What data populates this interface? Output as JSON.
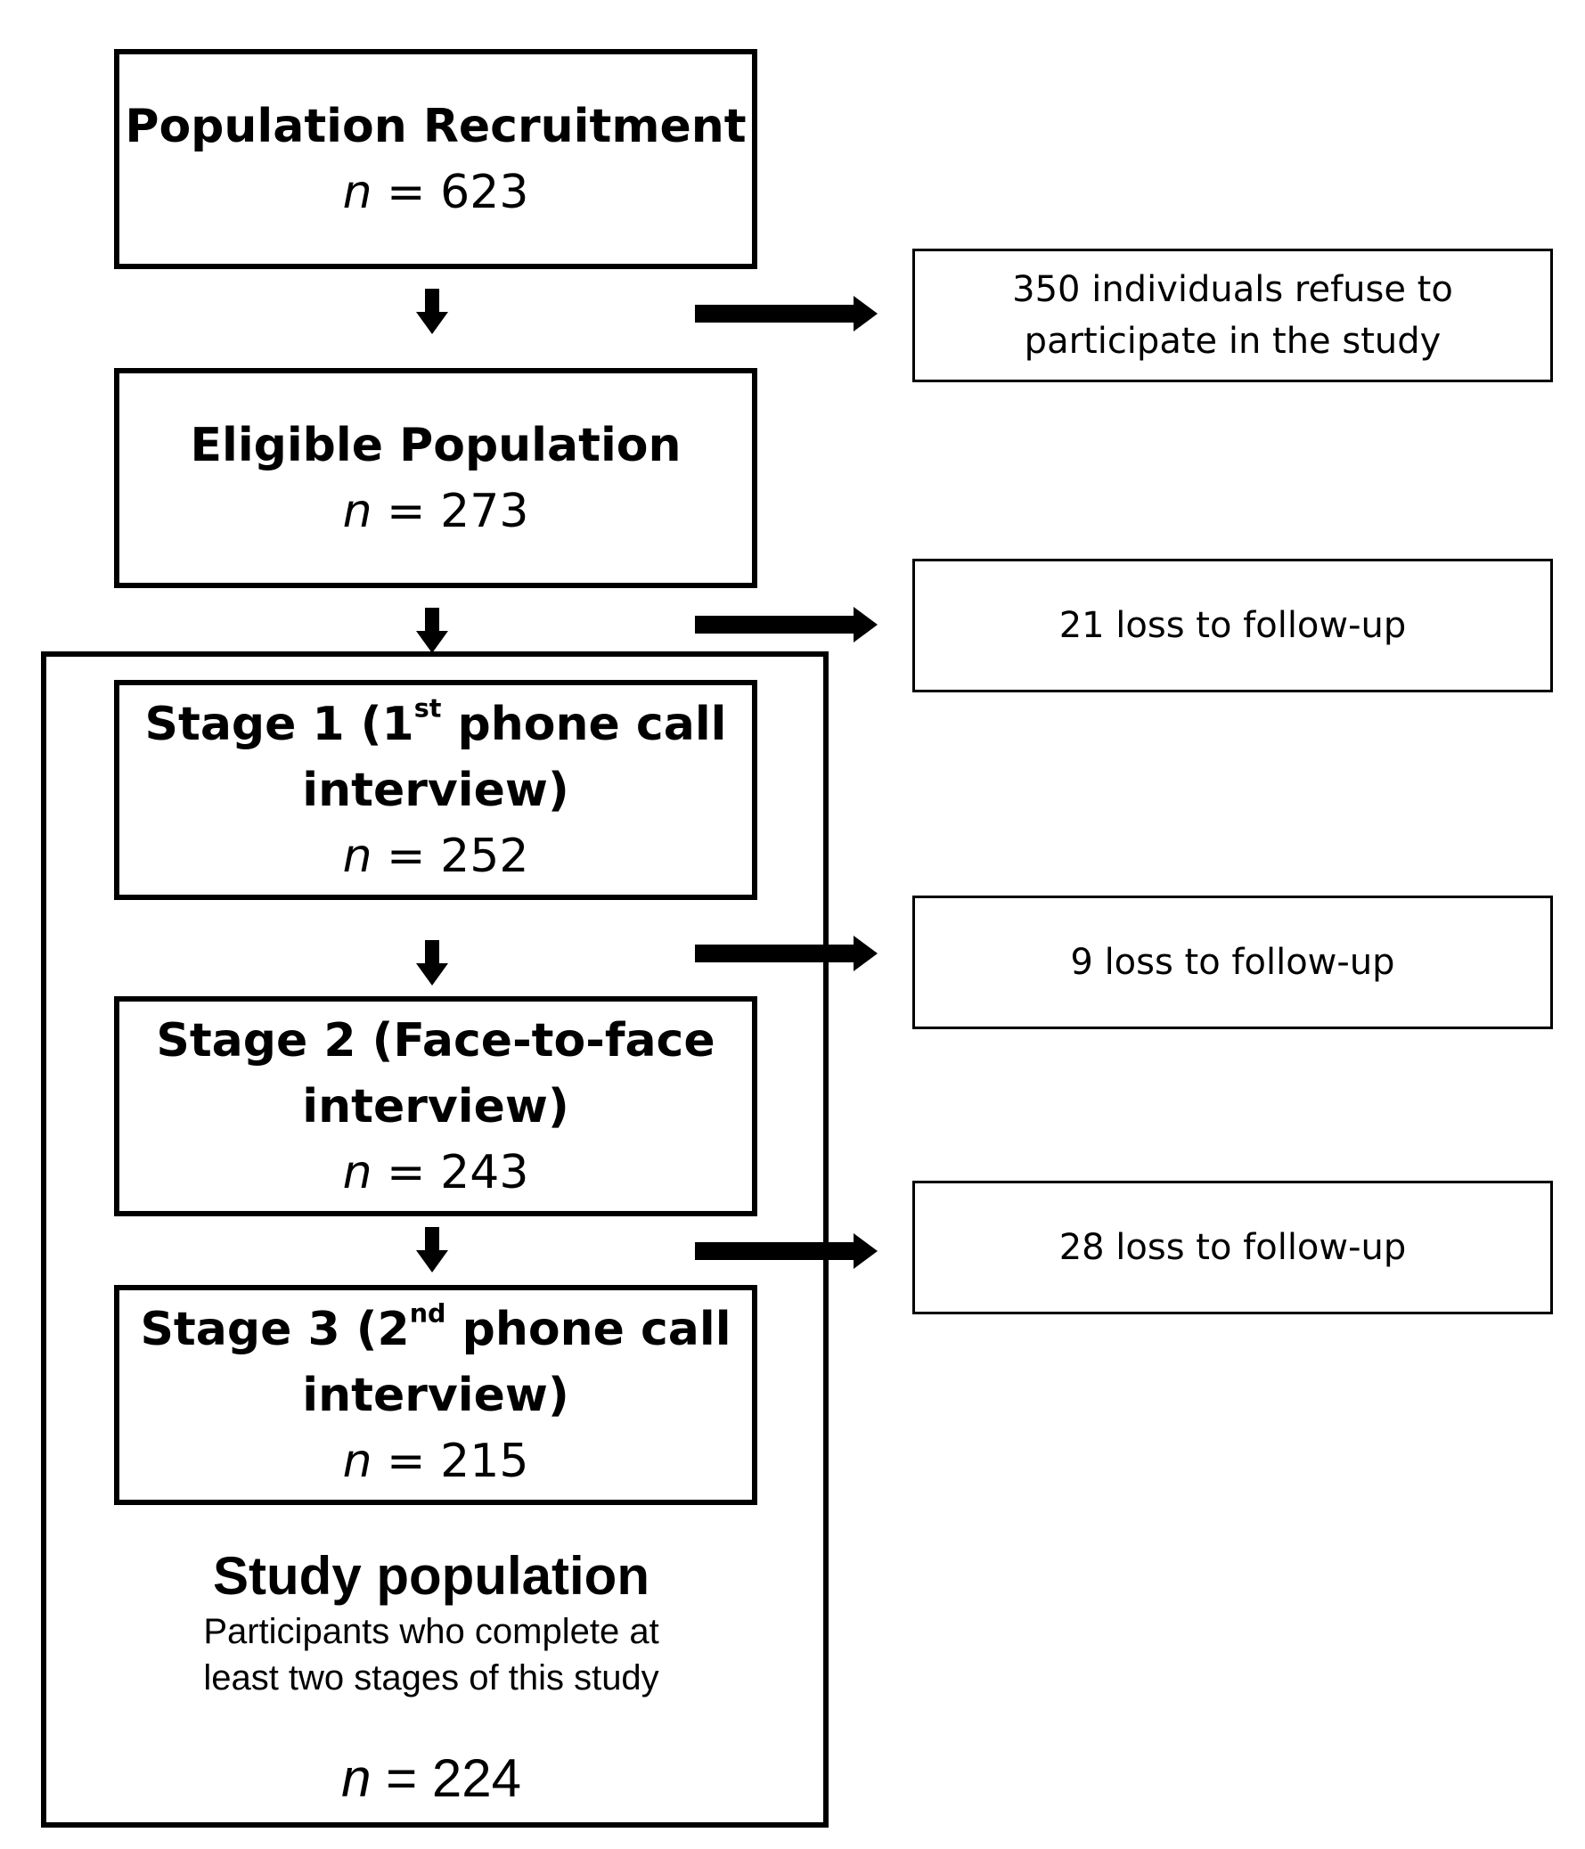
{
  "stages": [
    {
      "title": "Population Recruitment",
      "n": "623"
    },
    {
      "title": "Eligible Population",
      "n": "273"
    },
    {
      "title_pre": "Stage 1 (1",
      "title_sup": "st",
      "title_post": " phone call",
      "title_line2": "interview)",
      "n": "252"
    },
    {
      "title": "Stage 2 (Face-to-face",
      "title_line2": "interview)",
      "n": "243"
    },
    {
      "title_pre": "Stage 3 (2",
      "title_sup": "nd",
      "title_post": " phone call",
      "title_line2": "interview)",
      "n": "215"
    }
  ],
  "exclusions": [
    {
      "line1": "350 individuals refuse to",
      "line2": "participate in the study"
    },
    {
      "text": "21 loss to follow-up"
    },
    {
      "text": "9 loss to follow-up"
    },
    {
      "text": "28 loss to follow-up"
    }
  ],
  "study_population": {
    "title": "Study population",
    "desc_line1": "Participants who complete at",
    "desc_line2": "least two stages of this study",
    "n": "224"
  },
  "labels": {
    "n_symbol": "n",
    "equals": " = "
  }
}
